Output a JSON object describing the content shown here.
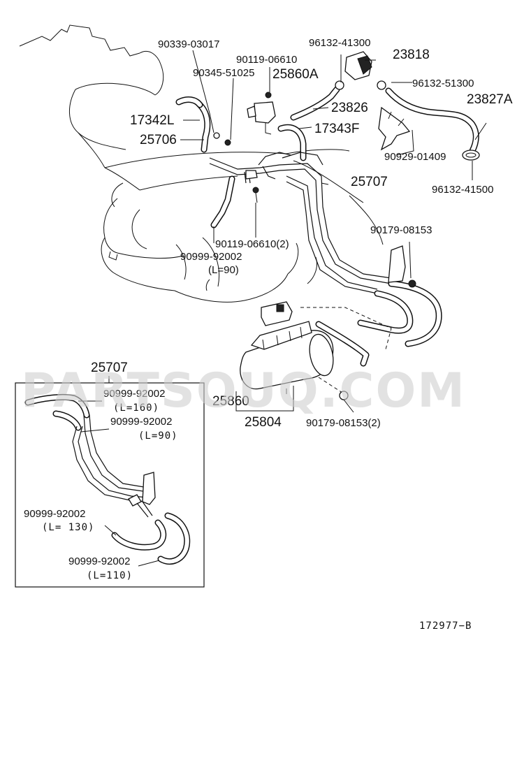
{
  "watermark": "PARTSOUQ.COM",
  "diagram_code": "172977−B",
  "labels": {
    "p90339_03017": "90339-03017",
    "p90119_06610": "90119-06610",
    "p96132_41300": "96132-41300",
    "p23818": "23818",
    "p90345_51025": "90345-51025",
    "p25860A": "25860A",
    "p96132_51300": "96132-51300",
    "p23827A": "23827A",
    "p17342L": "17342L",
    "p23826": "23826",
    "p25706": "25706",
    "p17343F": "17343F",
    "p90929_01409": "90929-01409",
    "p25707_main": "25707",
    "p96132_41500": "96132-41500",
    "p90179_08153": "90179-08153",
    "p90119_06610_2": "90119-06610(2)",
    "p90999_92002_main": "90999-92002",
    "p90999_92002_main_len": "(L=90)",
    "p25860": "25860",
    "p25804": "25804",
    "p90179_08153_2": "90179-08153(2)"
  },
  "inset": {
    "title": "25707",
    "hoses": [
      {
        "part": "90999-92002",
        "length": "(L=160)"
      },
      {
        "part": "90999-92002",
        "length": "(L=90)"
      },
      {
        "part": "90999-92002",
        "length": "(L= 130)"
      },
      {
        "part": "90999-92002",
        "length": "(L=110)"
      }
    ]
  }
}
